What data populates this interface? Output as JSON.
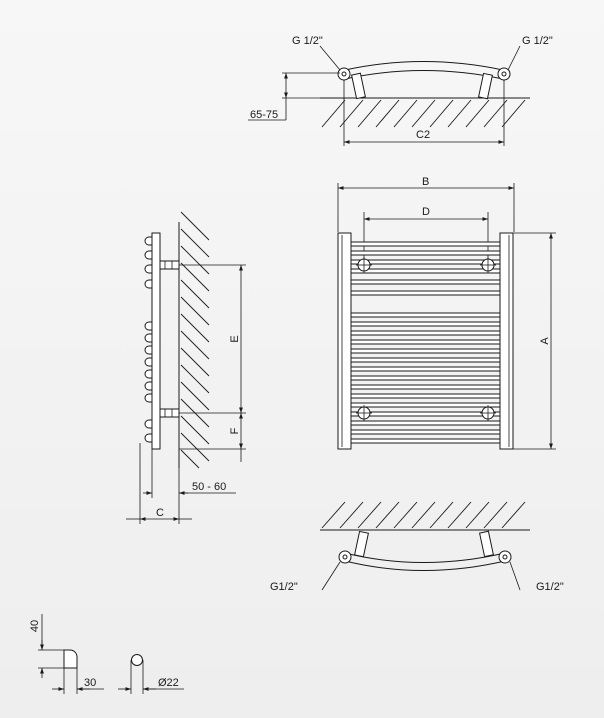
{
  "labels": {
    "top_left_thread": "G 1/2\"",
    "top_right_thread": "G 1/2\"",
    "wall_offset": "65-75",
    "c2": "C2",
    "b": "B",
    "d": "D",
    "a": "A",
    "e": "E",
    "f": "F",
    "depth_range": "50 - 60",
    "c": "C",
    "bottom_left_thread": "G1/2\"",
    "bottom_right_thread": "G1/2\"",
    "bar_height": "40",
    "bar_width": "30",
    "tube_diameter": "Ø22"
  }
}
